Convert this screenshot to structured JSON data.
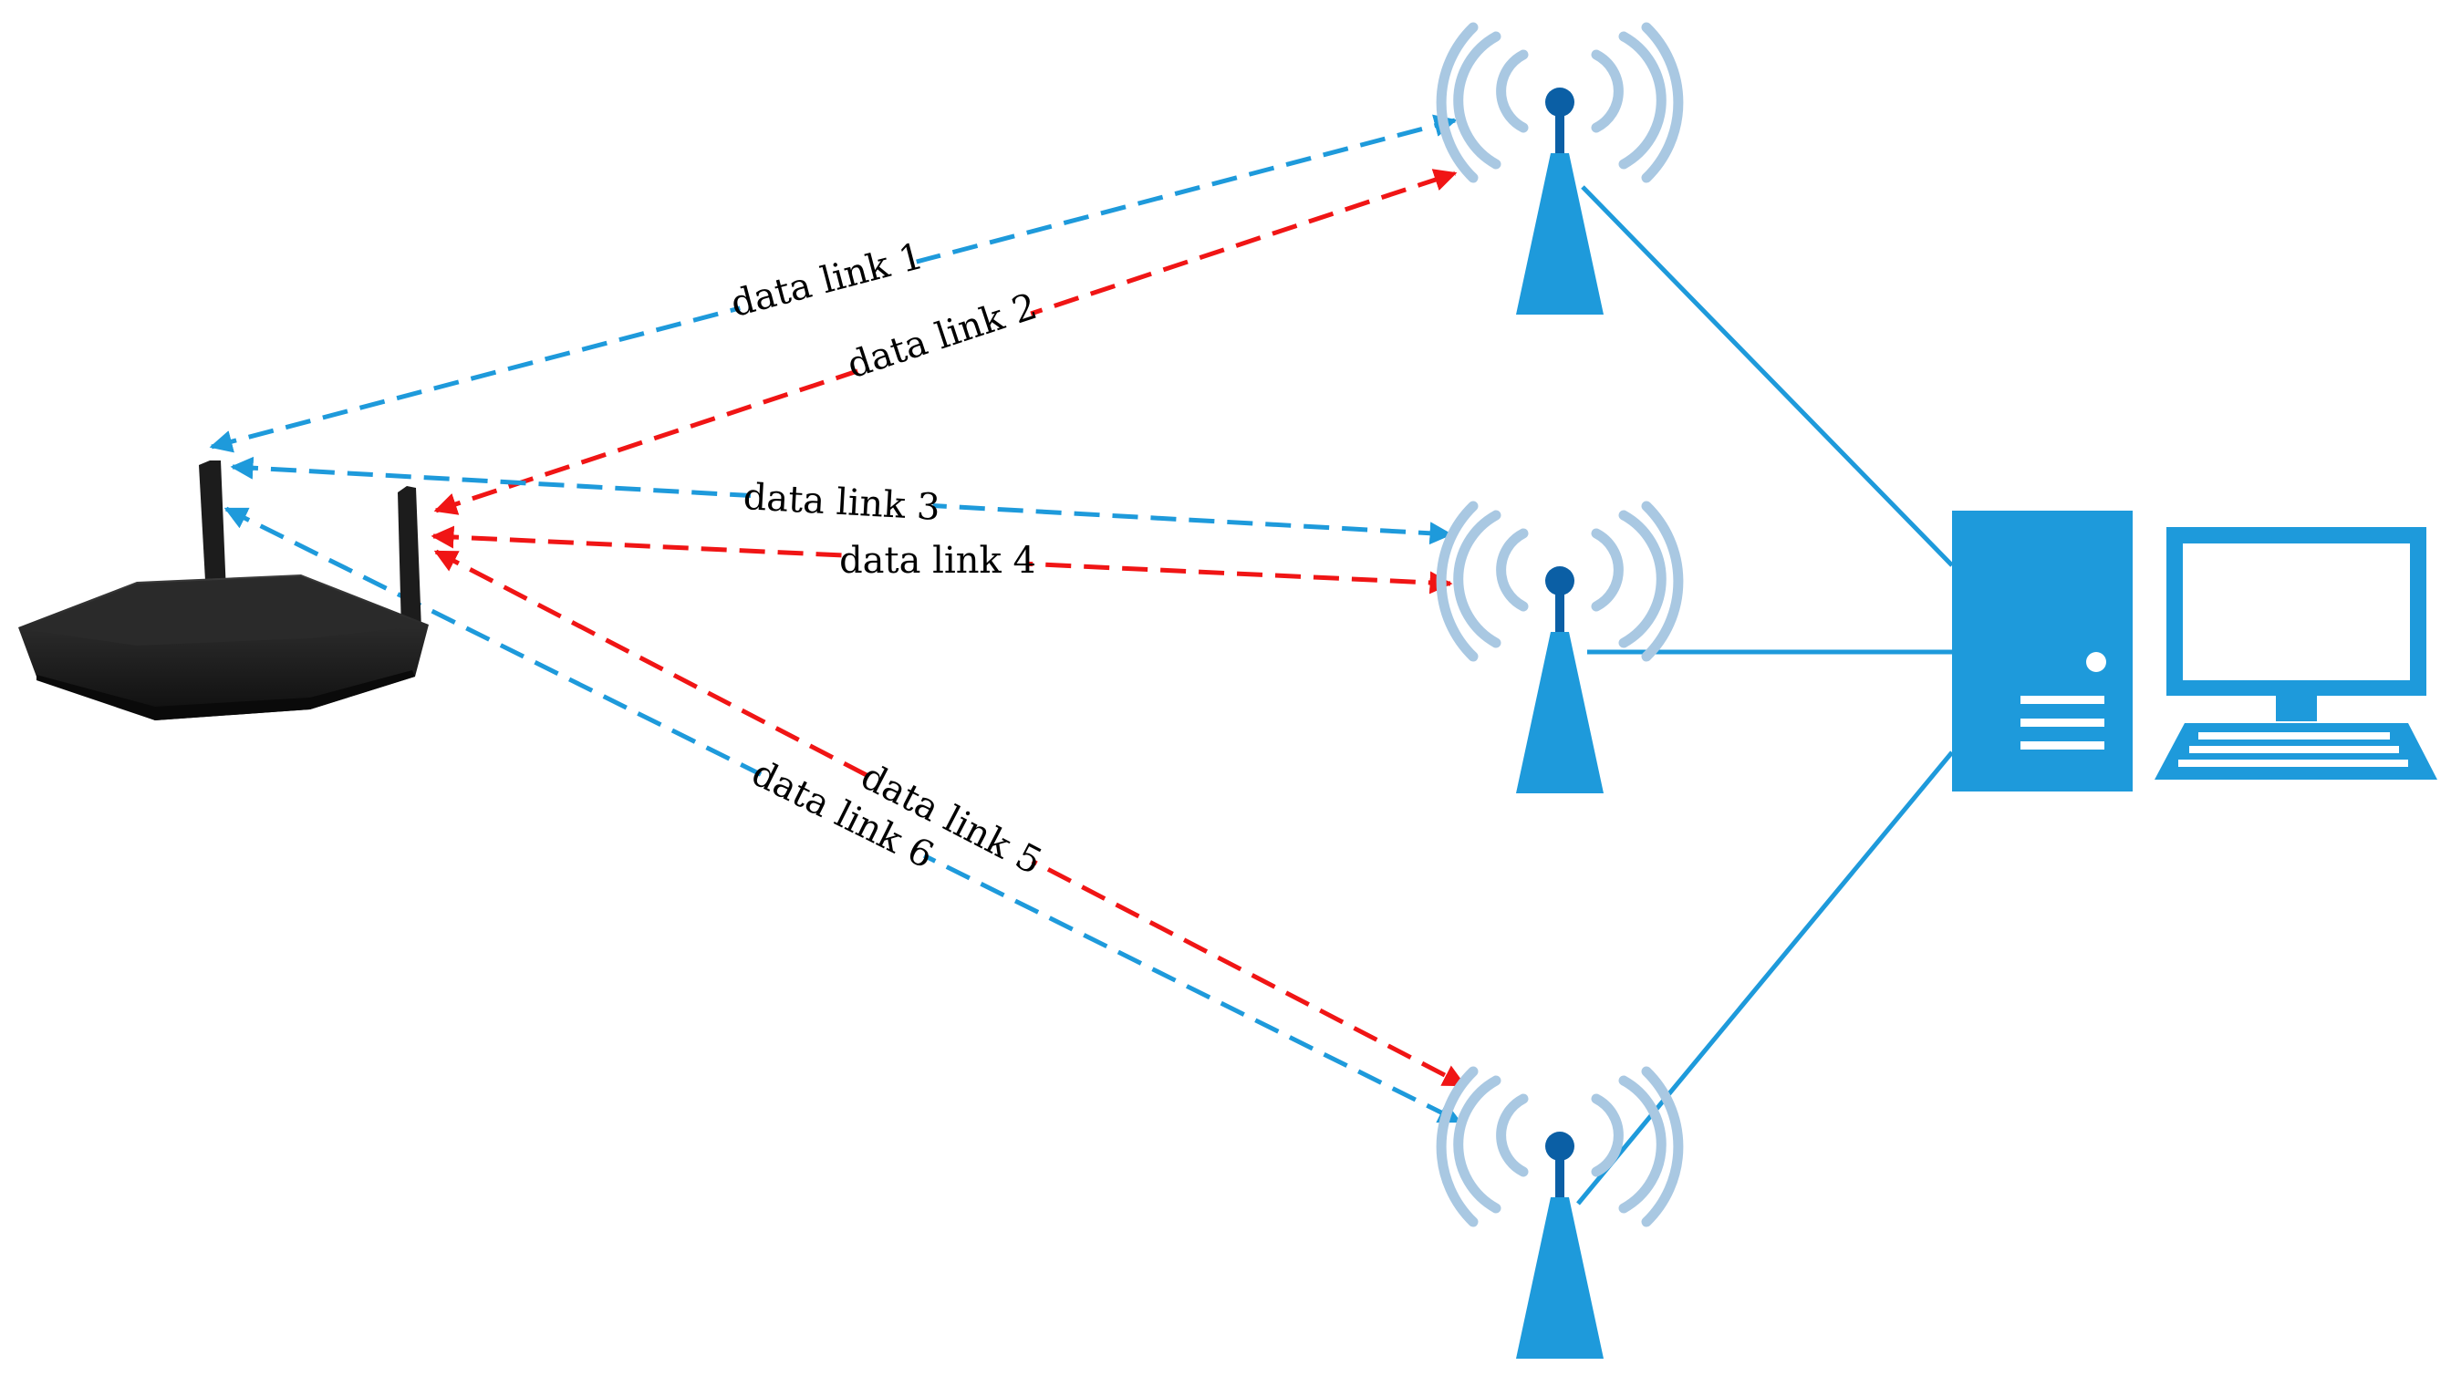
{
  "colors": {
    "blue": "#1E9ADB",
    "red": "#F01515",
    "wave": "#A9C8E2",
    "antenna_head": "#0B5FA5",
    "router_body": "#1c1c1c"
  },
  "links": [
    {
      "id": 1,
      "label": "data link 1",
      "color": "blue"
    },
    {
      "id": 2,
      "label": "data link 2",
      "color": "red"
    },
    {
      "id": 3,
      "label": "data link 3",
      "color": "blue"
    },
    {
      "id": 4,
      "label": "data link 4",
      "color": "red"
    },
    {
      "id": 5,
      "label": "data link 5",
      "color": "red"
    },
    {
      "id": 6,
      "label": "data link 6",
      "color": "blue"
    }
  ],
  "nodes": {
    "router": "wireless-router",
    "towers": [
      "top-tower",
      "middle-tower",
      "bottom-tower"
    ],
    "server": "server-tower",
    "workstation": "desktop-computer"
  }
}
